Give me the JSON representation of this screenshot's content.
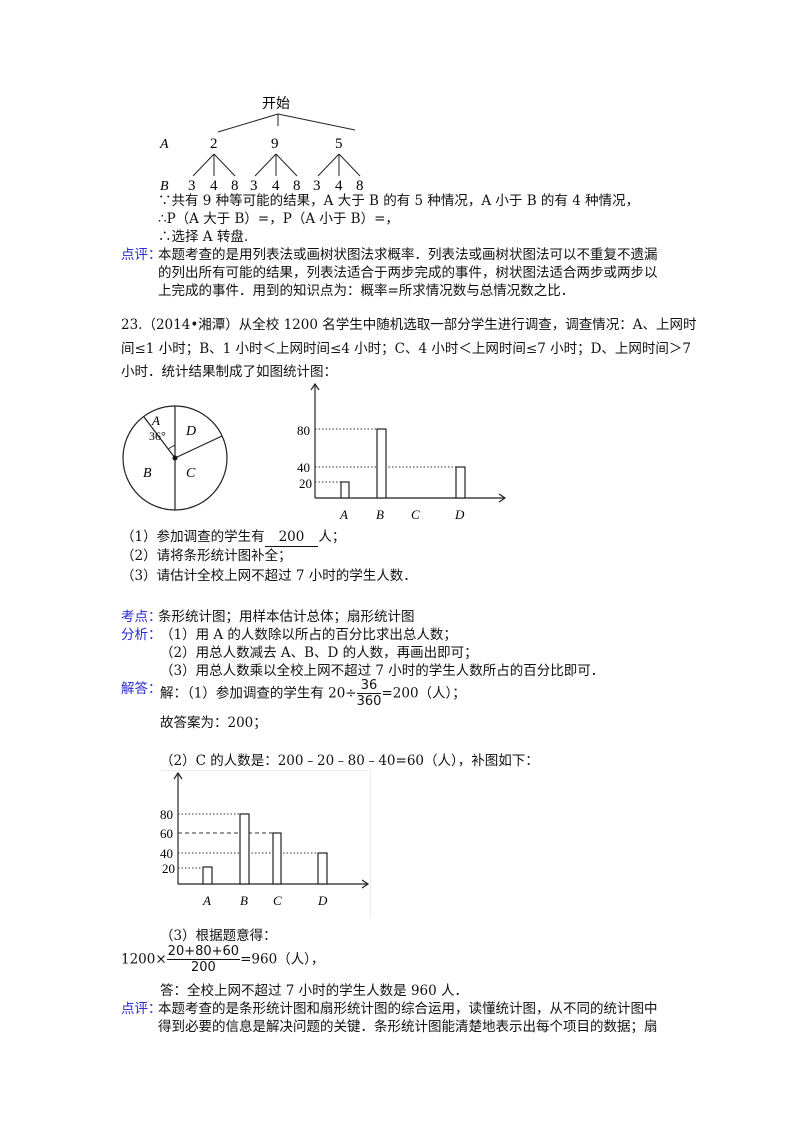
{
  "tree_diagram": {
    "root": "开始",
    "level_a_label": "A",
    "level_b_label": "B",
    "a_values": [
      "2",
      "9",
      "5"
    ],
    "b_values": [
      "3",
      "4",
      "8",
      "3",
      "4",
      "8",
      "3",
      "4",
      "8"
    ]
  },
  "prev_solution": {
    "lines": [
      "∵共有 9 种等可能的结果，A 大于 B 的有 5 种情况，A 小于 B 的有 4 种情况，",
      "∴P（A 大于 B）=，P（A 小于 B）=，",
      "∴选择 A 转盘."
    ],
    "comment_label": "点评：",
    "comment_lines": [
      "本题考查的是用列表法或画树状图法求概率．列表法或画树状图法可以不重复不遗漏",
      "的列出所有可能的结果，列表法适合于两步完成的事件，树状图法适合两步或两步以",
      "上完成的事件．用到的知识点为：概率=所求情况数与总情况数之比．"
    ]
  },
  "question": {
    "lines": [
      "23.（2014•湘潭）从全校 1200 名学生中随机选取一部分学生进行调查，调查情况：A、上网时",
      "间≤1 小时；B、1 小时＜上网时间≤4 小时；C、4 小时＜上网时间≤7 小时；D、上网时间＞7",
      "小时．统计结果制成了如图统计图："
    ],
    "sub1_prefix": "（1）参加调查的学生有",
    "sub1_answer": "200",
    "sub1_suffix": "人；",
    "sub2": "（2）请将条形统计图补全；",
    "sub3": "（3）请估计全校上网不超过 7 小时的学生人数．"
  },
  "pie_chart": {
    "labels": [
      "A",
      "B",
      "C",
      "D"
    ],
    "angle_label": "36°"
  },
  "analysis": {
    "kaodian_label": "考点：",
    "kaodian_text": "条形统计图；用样本估计总体；扇形统计图",
    "fenxi_label": "分析：",
    "fenxi_lines": [
      "（1）用 A 的人数除以所占的百分比求出总人数；",
      "（2）用总人数减去 A、B、D 的人数，再画出即可；",
      "（3）用总人数乘以全校上网不超过 7 小时的学生人数所占的百分比即可．"
    ],
    "jieda_label": "解答：",
    "sol1_prefix": "解：（1）参加调查的学生有 20÷",
    "sol1_frac_num": "36",
    "sol1_frac_den": "360",
    "sol1_suffix": "=200（人）；",
    "sol1_answer": "故答案为：200；",
    "sol2": "（2）C 的人数是：200﹣20﹣80﹣40=60（人），补图如下：",
    "sol3_title": "（3）根据题意得：",
    "sol3_prefix": "1200×",
    "sol3_frac_num": "20+80+60",
    "sol3_frac_den": "200",
    "sol3_suffix": "=960（人），",
    "sol3_answer": "答：全校上网不超过 7 小时的学生人数是 960 人．",
    "dianping_label": "点评：",
    "dianping_lines": [
      "本题考查的是条形统计图和扇形统计图的综合运用，读懂统计图，从不同的统计图中",
      "得到必要的信息是解决问题的关键．条形统计图能清楚地表示出每个项目的数据；扇"
    ]
  },
  "chart_data": [
    {
      "type": "pie",
      "title": "",
      "categories": [
        "A",
        "B",
        "C",
        "D"
      ],
      "annotations": [
        "A: 36°"
      ],
      "values_degrees": [
        36,
        144,
        108,
        72
      ]
    },
    {
      "type": "bar",
      "title": "",
      "categories": [
        "A",
        "B",
        "C",
        "D"
      ],
      "values": [
        20,
        80,
        null,
        40
      ],
      "yticks": [
        20,
        40,
        80
      ],
      "xlabel": "",
      "ylabel": "",
      "grid": "dotted reference lines at tick values",
      "note": "incomplete chart (C missing)"
    },
    {
      "type": "bar",
      "title": "",
      "categories": [
        "A",
        "B",
        "C",
        "D"
      ],
      "values": [
        20,
        80,
        60,
        40
      ],
      "yticks": [
        20,
        40,
        60,
        80
      ],
      "xlabel": "",
      "ylabel": "",
      "grid": "dotted/dashed reference lines at tick values",
      "note": "completed chart"
    }
  ]
}
